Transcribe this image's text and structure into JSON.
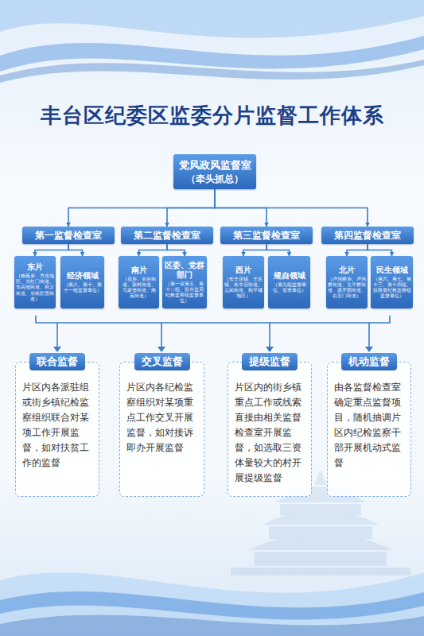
{
  "diagram": {
    "title": "丰台区纪委区监委分片监督工作体系",
    "nodes": [
      {
        "text": [
          "党风政风监督室",
          "（牵头抓总）"
        ]
      },
      {
        "text": [
          "第一监督检查室"
        ]
      },
      {
        "text": [
          "第二监督检查室"
        ]
      },
      {
        "text": [
          "第三监督检查室"
        ]
      },
      {
        "text": [
          "第四监督检查室"
        ]
      },
      {
        "text": [
          "东片",
          "（南苑乡、方庄地区、大红门街道、东高地街道、和义街道、东铁匠营街道）"
        ]
      },
      {
        "text": [
          "经济领域",
          "（第八、第十、第十一组监督单位）"
        ]
      },
      {
        "text": [
          "南片",
          "（花乡、丰台街道、新村街道、马家堡街道、南苑街道）"
        ]
      },
      {
        "text": [
          "区委、党群部门",
          "（第一至第五、第十二组、驻市监局纪检监察组监督单位）"
        ]
      },
      {
        "text": [
          "西片",
          "（长辛店镇、王佐镇、长辛店街道、云岗街道、宛平城地区）"
        ]
      },
      {
        "text": [
          "规自领域",
          "（第九组监督单位、双管单位）"
        ]
      },
      {
        "text": [
          "北片",
          "（卢沟桥乡、卢沟桥街道、太平桥街道、西罗园街道、右安门街道）"
        ]
      },
      {
        "text": [
          "民生领域",
          "（第六、第七、第十三、第十四组、驻教委纪检监察组监督单位）"
        ]
      },
      {
        "text": [
          "联合监督",
          "片区内各派驻组或街乡镇纪检监察组织联合对某项工作开展监督，如对扶贫工作的监督"
        ]
      },
      {
        "text": [
          "交叉监督",
          "片区内各纪检监察组织对某项重点工作交叉开展监督，如对接诉即办开展监督"
        ]
      },
      {
        "text": [
          "提级监督",
          "片区内的街乡镇重点工作或线索直接由相关监督检查室开展监督，如选取三资体量较大的村开展提级监督"
        ]
      },
      {
        "text": [
          "机动监督",
          "由各监督检查室确定重点监督项目，随机抽调片区内纪检监察干部开展机动式监督"
        ]
      }
    ],
    "edges": [
      {
        "from": 0,
        "to": 1,
        "arrow": "to"
      },
      {
        "from": 0,
        "to": 2,
        "arrow": "to"
      },
      {
        "from": 0,
        "to": 3,
        "arrow": "to"
      },
      {
        "from": 0,
        "to": 4,
        "arrow": "to"
      },
      {
        "from": 1,
        "to": 5,
        "arrow": "to"
      },
      {
        "from": 1,
        "to": 6,
        "arrow": "to"
      },
      {
        "from": 2,
        "to": 7,
        "arrow": "to"
      },
      {
        "from": 2,
        "to": 8,
        "arrow": "to"
      },
      {
        "from": 3,
        "to": 9,
        "arrow": "to"
      },
      {
        "from": 3,
        "to": 10,
        "arrow": "to"
      },
      {
        "from": 4,
        "to": 11,
        "arrow": "to"
      },
      {
        "from": 4,
        "to": 12,
        "arrow": "to"
      }
    ]
  }
}
